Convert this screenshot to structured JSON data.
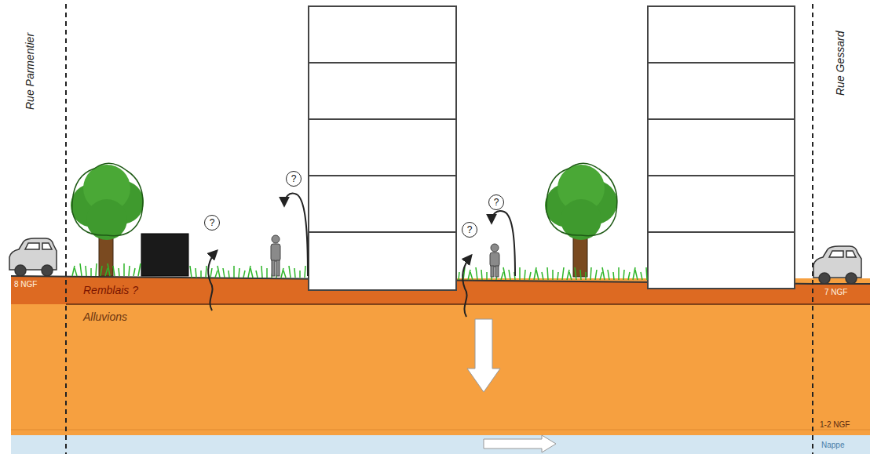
{
  "diagram": {
    "nodes": [
      {
        "text": [
          "?"
        ]
      },
      {
        "text": [
          "?"
        ]
      },
      {
        "text": [
          "?"
        ]
      },
      {
        "text": [
          "?"
        ]
      },
      {
        "text": [
          "Remblais ?"
        ]
      },
      {
        "text": [
          "Alluvions"
        ]
      },
      {
        "text": [
          "Nappe"
        ]
      }
    ],
    "labels": [
      "Rue Parmentier",
      "8 NGF",
      "Rue Gessard",
      "7 NGF",
      "1-2 NGF"
    ]
  }
}
